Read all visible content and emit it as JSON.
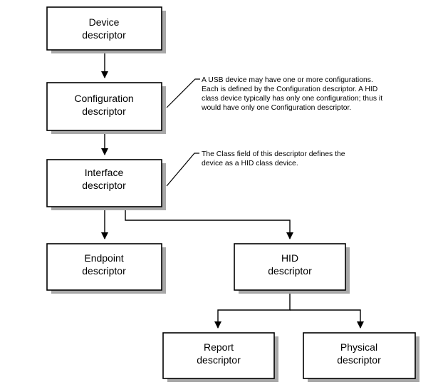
{
  "boxes": {
    "device": {
      "line1": "Device",
      "line2": "descriptor"
    },
    "configuration": {
      "line1": "Configuration",
      "line2": "descriptor"
    },
    "interface": {
      "line1": "Interface",
      "line2": "descriptor"
    },
    "endpoint": {
      "line1": "Endpoint",
      "line2": "descriptor"
    },
    "hid": {
      "line1": "HID",
      "line2": "descriptor"
    },
    "report": {
      "line1": "Report",
      "line2": "descriptor"
    },
    "physical": {
      "line1": "Physical",
      "line2": "descriptor"
    }
  },
  "notes": {
    "configuration": {
      "lines": [
        "A USB device may have one or more configurations.",
        "Each is defined by the Configuration descriptor.  A HID",
        "class device typically has only one configuration; thus it",
        "would have only one Configuration descriptor."
      ]
    },
    "interface": {
      "lines": [
        "The Class field of this descriptor defines the",
        "device as a HID class device."
      ]
    }
  },
  "colors": {
    "background": "#ffffff",
    "outline": "#000000",
    "shadow": "#a8a8a8"
  }
}
